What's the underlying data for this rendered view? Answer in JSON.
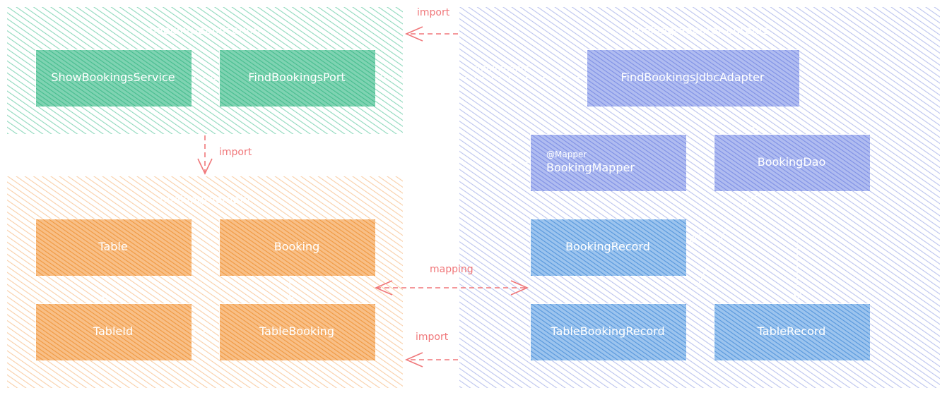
{
  "colors": {
    "application": "#a8e3cc",
    "application_box": "#59c79c",
    "domain": "#fbd8b8",
    "domain_box": "#f5a75c",
    "adapter": "#c7cdf0",
    "adapter_box_purple": "#8d9de8",
    "adapter_box_blue": "#6aa3e2",
    "import_arrow": "#f0777a",
    "white_arrow": "#ffffff"
  },
  "modules": {
    "application": {
      "title": "booking-application",
      "show_bookings_service": "ShowBookingsService",
      "find_bookings_port": "FindBookingsPort"
    },
    "domain": {
      "title": "booking-domain",
      "table": "Table",
      "booking": "Booking",
      "table_id": "TableId",
      "table_booking": "TableBooking"
    },
    "adapter": {
      "title": "booking-adapter-outputs",
      "find_bookings_jdbc_adapter": "FindBookingsJdbcAdapter",
      "booking_mapper_annotation": "@Mapper",
      "booking_mapper": "BookingMapper",
      "booking_dao": "BookingDao",
      "booking_record": "BookingRecord",
      "table_booking_record": "TableBookingRecord",
      "table_record": "TableRecord"
    }
  },
  "labels": {
    "import_top": "import",
    "import_middle": "import",
    "import_bottom": "import",
    "mapping": "mapping",
    "implements": "implements"
  }
}
